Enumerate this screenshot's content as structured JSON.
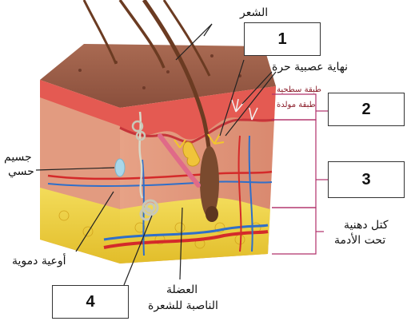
{
  "labels": {
    "hair": "الشعر",
    "free_nerve_ending": "نهاية عصبية حرة",
    "surface_layer": "طبقة سطحية",
    "generative_layer": "طبقة مولدة",
    "sensory_corpuscle_line1": "جسيم",
    "sensory_corpuscle_line2": "حسي",
    "fat_line1": "كتل دهنية",
    "fat_line2": "تحت الأدمة",
    "blood_vessels": "أوعية دموية",
    "muscle_line1": "العضلة",
    "muscle_line2": "الناصبة للشعرة"
  },
  "boxes": [
    "1",
    "2",
    "3",
    "4"
  ],
  "colors": {
    "epidermis": "#e2584f",
    "dermis": "#e9a58c",
    "fat": "#f0d54a",
    "surface": "#9b5d4a",
    "hair": "#6b3b22",
    "vein": "#2f6fc9",
    "artery": "#d42a2a",
    "bracket": "#b0306a"
  }
}
